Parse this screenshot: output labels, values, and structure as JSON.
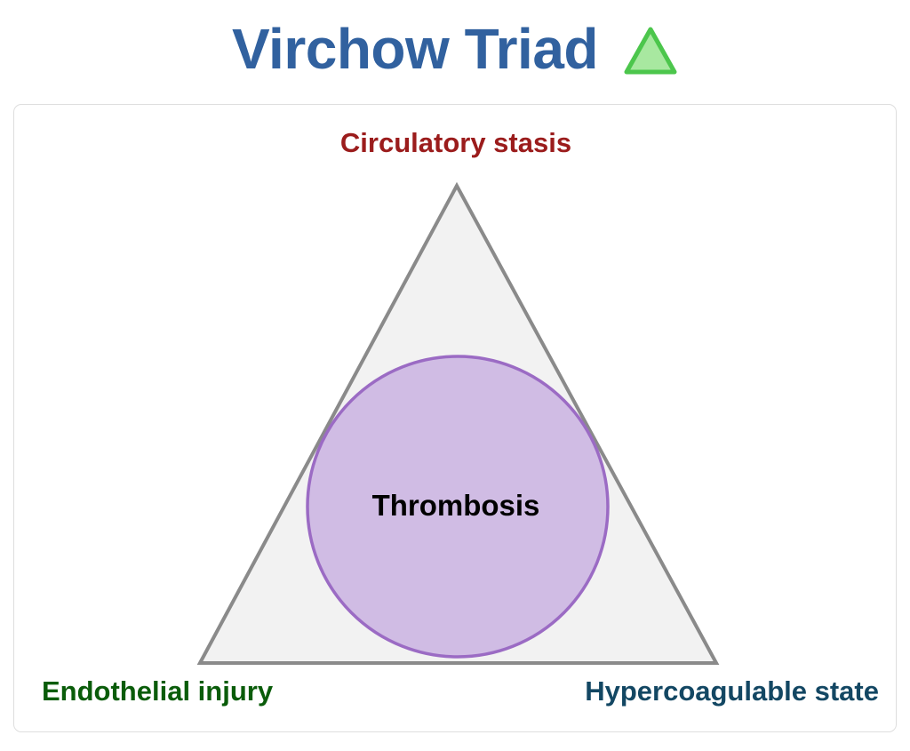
{
  "header": {
    "title": "Virchow Triad",
    "title_color": "#31619F",
    "icon": "triangle-icon",
    "icon_fill": "#A8E8A0",
    "icon_stroke": "#4CC64C"
  },
  "diagram": {
    "type": "venn-triangle-concept-diagram",
    "shape": "triangle",
    "triangle_fill": "#F2F2F2",
    "triangle_stroke": "#808080",
    "circle_fill": "#CDB8E3",
    "circle_stroke": "#9B6BC4",
    "vertices": [
      {
        "position": "top",
        "label": "Circulatory stasis",
        "color": "#9B1C1C"
      },
      {
        "position": "bottom-left",
        "label": "Endothelial injury",
        "color": "#0A5C0A"
      },
      {
        "position": "bottom-right",
        "label": "Hypercoagulable state",
        "color": "#134763"
      }
    ],
    "center": {
      "label": "Thrombosis",
      "color": "#000000"
    }
  }
}
